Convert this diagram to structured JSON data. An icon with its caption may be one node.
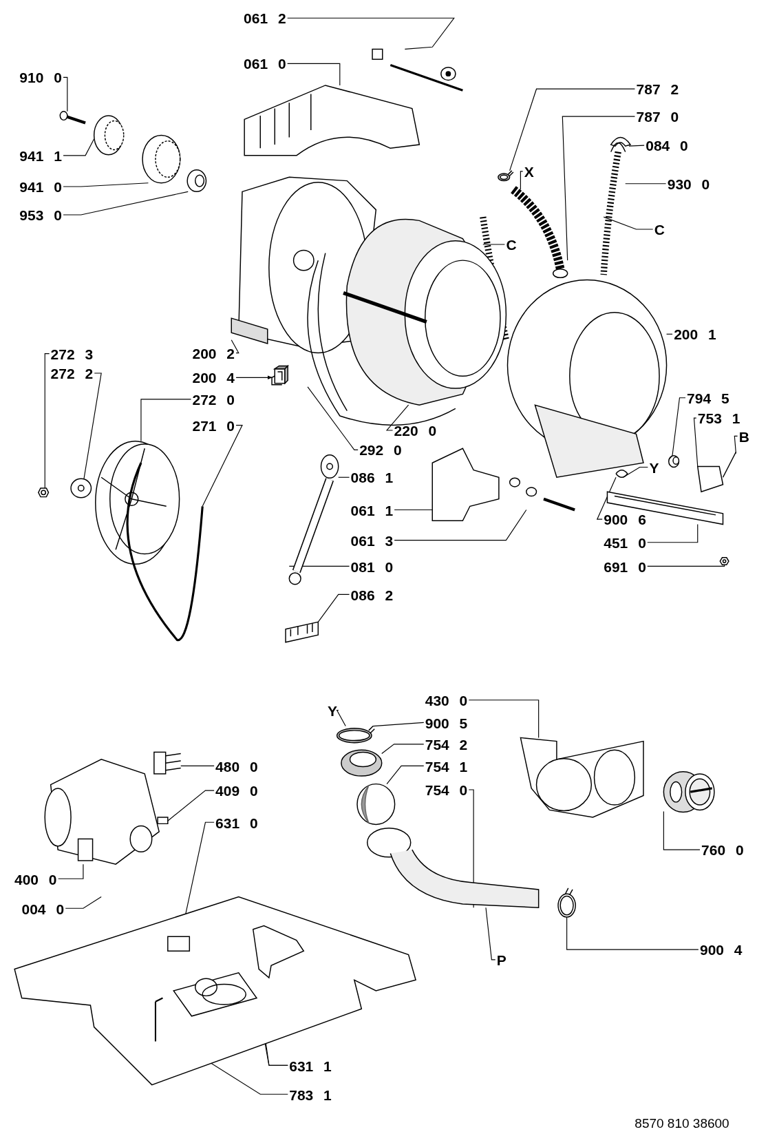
{
  "diagram": {
    "nodes": [
      {
        "text": [
          "061 2"
        ]
      },
      {
        "text": [
          "061 0"
        ]
      },
      {
        "text": [
          "910 0"
        ]
      },
      {
        "text": [
          "941 1"
        ]
      },
      {
        "text": [
          "941 0"
        ]
      },
      {
        "text": [
          "953 0"
        ]
      },
      {
        "text": [
          "787 2"
        ]
      },
      {
        "text": [
          "787 0"
        ]
      },
      {
        "text": [
          "084 0"
        ]
      },
      {
        "text": [
          "X"
        ]
      },
      {
        "text": [
          "930 0"
        ]
      },
      {
        "text": [
          "C"
        ]
      },
      {
        "text": [
          "C"
        ]
      },
      {
        "text": [
          "200 1"
        ]
      },
      {
        "text": [
          "272 3"
        ]
      },
      {
        "text": [
          "272 2"
        ]
      },
      {
        "text": [
          "200 2"
        ]
      },
      {
        "text": [
          "200 4"
        ]
      },
      {
        "text": [
          "272 0"
        ]
      },
      {
        "text": [
          "271 0"
        ]
      },
      {
        "text": [
          "794 5"
        ]
      },
      {
        "text": [
          "753 1"
        ]
      },
      {
        "text": [
          "B"
        ]
      },
      {
        "text": [
          "220 0"
        ]
      },
      {
        "text": [
          "292 0"
        ]
      },
      {
        "text": [
          "Y"
        ]
      },
      {
        "text": [
          "086 1"
        ]
      },
      {
        "text": [
          "061 1"
        ]
      },
      {
        "text": [
          "900 6"
        ]
      },
      {
        "text": [
          "451 0"
        ]
      },
      {
        "text": [
          "061 3"
        ]
      },
      {
        "text": [
          "081 0"
        ]
      },
      {
        "text": [
          "691 0"
        ]
      },
      {
        "text": [
          "086 2"
        ]
      },
      {
        "text": [
          "430 0"
        ]
      },
      {
        "text": [
          "Y"
        ]
      },
      {
        "text": [
          "900 5"
        ]
      },
      {
        "text": [
          "754 2"
        ]
      },
      {
        "text": [
          "480 0"
        ]
      },
      {
        "text": [
          "754 1"
        ]
      },
      {
        "text": [
          "409 0"
        ]
      },
      {
        "text": [
          "754 0"
        ]
      },
      {
        "text": [
          "631 0"
        ]
      },
      {
        "text": [
          "760 0"
        ]
      },
      {
        "text": [
          "400 0"
        ]
      },
      {
        "text": [
          "004 0"
        ]
      },
      {
        "text": [
          "900 4"
        ]
      },
      {
        "text": [
          "P"
        ]
      },
      {
        "text": [
          "631 1"
        ]
      },
      {
        "text": [
          "783 1"
        ]
      },
      {
        "text": [],
        "shape": "picture"
      },
      {
        "text": [],
        "shape": "picture"
      },
      {
        "text": [],
        "shape": "picture"
      },
      {
        "text": [],
        "shape": "picture"
      },
      {
        "text": [],
        "shape": "picture"
      },
      {
        "text": [],
        "shape": "picture"
      },
      {
        "text": [],
        "shape": "picture"
      },
      {
        "text": [],
        "shape": "picture"
      },
      {
        "text": [],
        "shape": "picture"
      },
      {
        "text": [],
        "shape": "picture"
      },
      {
        "text": [],
        "shape": "picture"
      },
      {
        "text": [],
        "shape": "picture"
      },
      {
        "text": [],
        "shape": "picture"
      },
      {
        "text": [],
        "shape": "picture"
      },
      {
        "text": [],
        "shape": "picture"
      },
      {
        "text": [],
        "shape": "picture"
      },
      {
        "text": [],
        "shape": "picture"
      },
      {
        "text": [],
        "shape": "picture"
      },
      {
        "text": [],
        "shape": "picture"
      },
      {
        "text": [],
        "shape": "picture"
      },
      {
        "text": [],
        "shape": "picture"
      },
      {
        "text": [],
        "shape": "picture"
      },
      {
        "text": [],
        "shape": "picture"
      },
      {
        "text": [],
        "shape": "picture"
      },
      {
        "text": [],
        "shape": "picture"
      },
      {
        "text": [],
        "shape": "picture"
      },
      {
        "text": [],
        "shape": "picture"
      },
      {
        "text": [],
        "shape": "picture"
      },
      {
        "text": [],
        "shape": "picture"
      },
      {
        "text": [],
        "shape": "picture"
      },
      {
        "text": [],
        "shape": "picture"
      },
      {
        "text": [],
        "shape": "picture"
      },
      {
        "text": [],
        "shape": "picture"
      },
      {
        "text": [],
        "shape": "picture"
      },
      {
        "text": [],
        "shape": "picture"
      },
      {
        "text": [],
        "shape": "box"
      },
      {
        "text": [],
        "shape": "picture"
      },
      {
        "text": [],
        "shape": "box",
        "in": 90
      },
      {
        "text": [],
        "shape": "picture"
      },
      {
        "text": [],
        "shape": "picture"
      },
      {
        "text": [],
        "shape": "picture"
      },
      {
        "text": [],
        "shape": "picture"
      },
      {
        "text": [],
        "shape": "picture",
        "in": 90
      },
      {
        "text": [],
        "shape": "picture",
        "in": 90
      },
      {
        "text": [],
        "shape": "picture",
        "in": 90
      }
    ],
    "edges": [
      {
        "from": 0,
        "to": 50,
        "arrow": "none"
      },
      {
        "from": 1,
        "to": 51,
        "arrow": "none"
      },
      {
        "from": 2,
        "to": 52,
        "arrow": "none"
      },
      {
        "from": 3,
        "to": 53,
        "arrow": "none"
      },
      {
        "from": 4,
        "to": 54,
        "arrow": "none"
      },
      {
        "from": 5,
        "to": 55,
        "arrow": "none"
      },
      {
        "from": 6,
        "to": 56,
        "arrow": "none"
      },
      {
        "from": 7,
        "to": 57,
        "arrow": "none"
      },
      {
        "from": 8,
        "to": 58,
        "arrow": "none"
      },
      {
        "from": 9,
        "to": 57,
        "arrow": "none"
      },
      {
        "from": 10,
        "to": 59,
        "arrow": "none"
      },
      {
        "from": 11,
        "to": 60,
        "arrow": "none"
      },
      {
        "from": 12,
        "to": 59,
        "arrow": "none"
      },
      {
        "from": 13,
        "to": 61,
        "arrow": "none"
      },
      {
        "from": 14,
        "to": 62,
        "arrow": "none"
      },
      {
        "from": 15,
        "to": 63,
        "arrow": "none"
      },
      {
        "from": 16,
        "to": 64,
        "arrow": "none"
      },
      {
        "from": 17,
        "to": 65,
        "arrow": "to"
      },
      {
        "from": 18,
        "to": 66,
        "arrow": "none"
      },
      {
        "from": 19,
        "to": 67,
        "arrow": "none"
      },
      {
        "from": 20,
        "to": 68,
        "arrow": "none"
      },
      {
        "from": 21,
        "to": 69,
        "arrow": "none"
      },
      {
        "from": 22,
        "to": 69,
        "arrow": "none"
      },
      {
        "from": 23,
        "to": 70,
        "arrow": "none"
      },
      {
        "from": 24,
        "to": 71,
        "arrow": "none"
      },
      {
        "from": 25,
        "to": 61,
        "arrow": "none"
      },
      {
        "from": 26,
        "to": 72,
        "arrow": "none"
      },
      {
        "from": 27,
        "to": 73,
        "arrow": "none"
      },
      {
        "from": 28,
        "to": 74,
        "arrow": "none"
      },
      {
        "from": 29,
        "to": 75,
        "arrow": "none"
      },
      {
        "from": 30,
        "to": 76,
        "arrow": "none"
      },
      {
        "from": 31,
        "to": 77,
        "arrow": "none"
      },
      {
        "from": 32,
        "to": 78,
        "arrow": "none"
      },
      {
        "from": 33,
        "to": 79,
        "arrow": "none"
      },
      {
        "from": 34,
        "to": 80,
        "arrow": "none"
      },
      {
        "from": 35,
        "to": 81,
        "arrow": "none"
      },
      {
        "from": 36,
        "to": 81,
        "arrow": "none"
      },
      {
        "from": 37,
        "to": 82,
        "arrow": "none"
      },
      {
        "from": 38,
        "to": 83,
        "arrow": "none"
      },
      {
        "from": 39,
        "to": 84,
        "arrow": "none"
      },
      {
        "from": 40,
        "to": 85,
        "arrow": "none"
      },
      {
        "from": 41,
        "to": 86,
        "arrow": "none"
      },
      {
        "from": 42,
        "to": 87,
        "arrow": "none"
      },
      {
        "from": 43,
        "to": 88,
        "arrow": "none"
      },
      {
        "from": 44,
        "to": 89,
        "arrow": "none"
      },
      {
        "from": 45,
        "to": 90,
        "arrow": "none"
      },
      {
        "from": 46,
        "to": 91,
        "arrow": "none"
      },
      {
        "from": 47,
        "to": 86,
        "arrow": "none"
      },
      {
        "from": 48,
        "to": 92,
        "arrow": "none"
      },
      {
        "from": 48,
        "to": 93,
        "arrow": "none"
      },
      {
        "from": 49,
        "to": 94,
        "arrow": "none"
      }
    ],
    "labels": [
      "8570 810 38600"
    ]
  }
}
